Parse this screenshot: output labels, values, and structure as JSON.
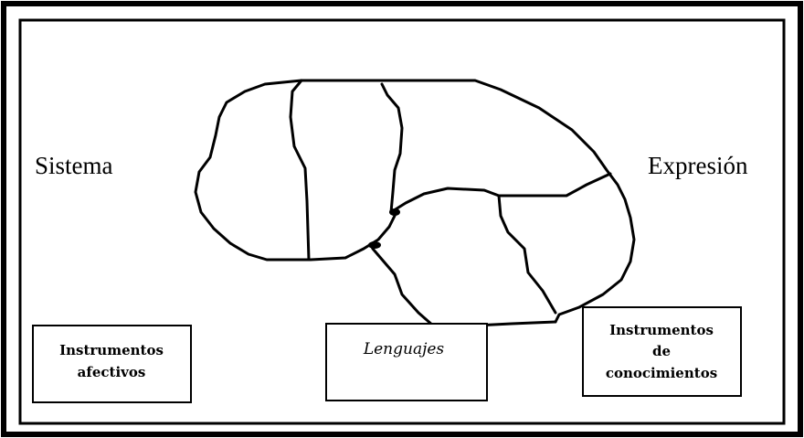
{
  "labels": {
    "left": "Sistema",
    "right": "Expresión"
  },
  "boxes": {
    "affective": {
      "line1": "Instrumentos",
      "line2": "afectivos"
    },
    "languages": {
      "line1": "Lenguajes"
    },
    "knowledge": {
      "line1": "Instrumentos",
      "line2": "de",
      "line3": "conocimientos"
    }
  },
  "colors": {
    "ink": "#000000",
    "background": "#ffffff"
  }
}
